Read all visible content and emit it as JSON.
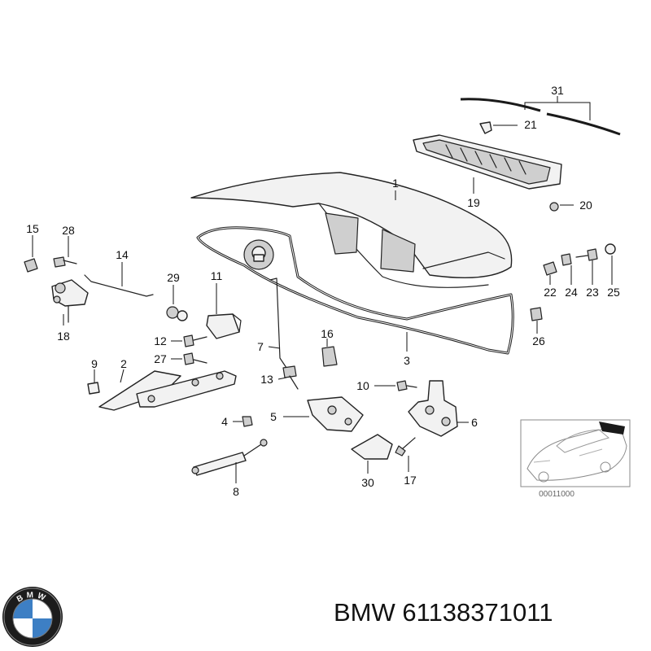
{
  "callouts": [
    {
      "id": "c1",
      "label": "1"
    },
    {
      "id": "c2",
      "label": "2"
    },
    {
      "id": "c3",
      "label": "3"
    },
    {
      "id": "c4",
      "label": "4"
    },
    {
      "id": "c5",
      "label": "5"
    },
    {
      "id": "c6",
      "label": "6"
    },
    {
      "id": "c7",
      "label": "7"
    },
    {
      "id": "c8",
      "label": "8"
    },
    {
      "id": "c9",
      "label": "9"
    },
    {
      "id": "c10",
      "label": "10"
    },
    {
      "id": "c11",
      "label": "11"
    },
    {
      "id": "c12",
      "label": "12"
    },
    {
      "id": "c13",
      "label": "13"
    },
    {
      "id": "c14",
      "label": "14"
    },
    {
      "id": "c15",
      "label": "15"
    },
    {
      "id": "c16",
      "label": "16"
    },
    {
      "id": "c17",
      "label": "17"
    },
    {
      "id": "c18",
      "label": "18"
    },
    {
      "id": "c19",
      "label": "19"
    },
    {
      "id": "c20",
      "label": "20"
    },
    {
      "id": "c21",
      "label": "21"
    },
    {
      "id": "c22",
      "label": "22"
    },
    {
      "id": "c23",
      "label": "23"
    },
    {
      "id": "c24",
      "label": "24"
    },
    {
      "id": "c25",
      "label": "25"
    },
    {
      "id": "c26",
      "label": "26"
    },
    {
      "id": "c27",
      "label": "27"
    },
    {
      "id": "c28",
      "label": "28"
    },
    {
      "id": "c29",
      "label": "29"
    },
    {
      "id": "c30",
      "label": "30"
    },
    {
      "id": "c31",
      "label": "31"
    }
  ],
  "inset": {
    "code": "00011000"
  },
  "footer": {
    "brand": "BMW",
    "part_number": "61138371011",
    "logo_letters": "BMW"
  }
}
